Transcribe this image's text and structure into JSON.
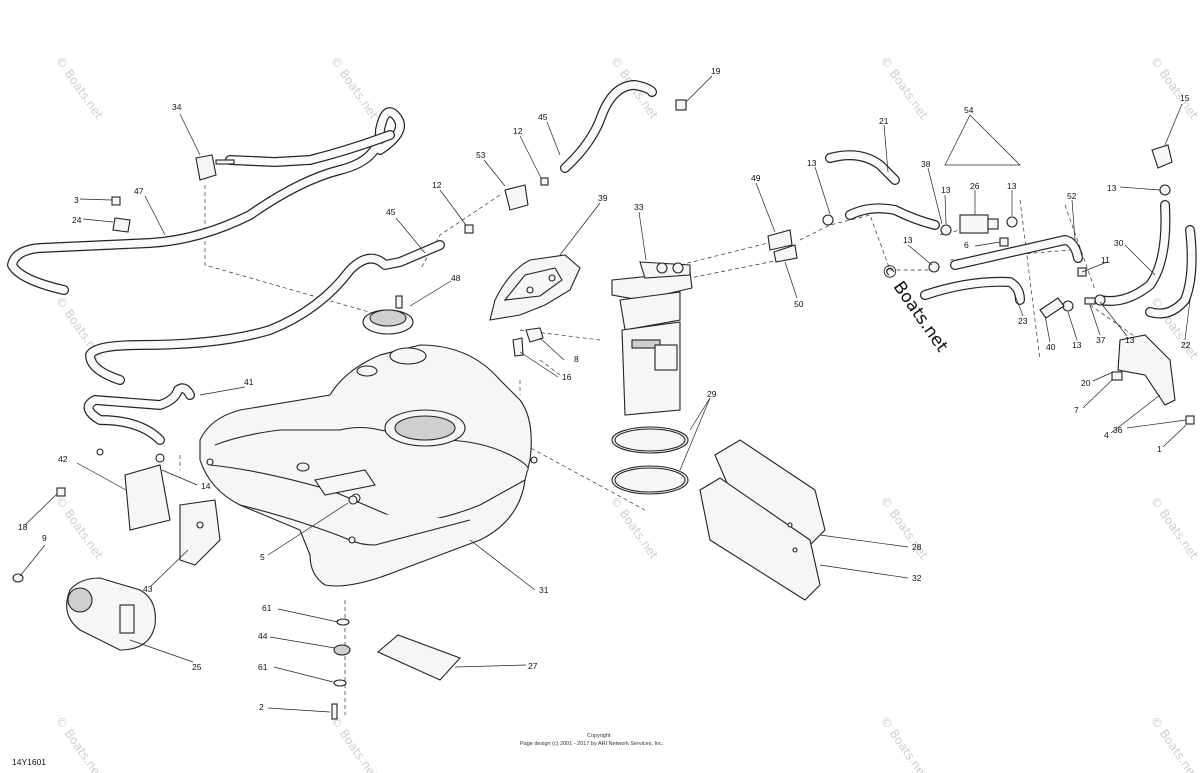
{
  "diagram_code": "14Y1601",
  "watermark": {
    "text": "© Boats.net"
  },
  "copyright": {
    "line1": "Copyright",
    "line2": "Page design (c) 2001 - 2017 by ARI Network Services, Inc."
  },
  "callouts": {
    "c34": "34",
    "c3": "3",
    "c24": "24",
    "c47": "47",
    "c45a": "45",
    "c12a": "12",
    "c53": "53",
    "c12b": "12",
    "c45b": "45",
    "c19": "19",
    "c39": "39",
    "c33": "33",
    "c48": "48",
    "c8": "8",
    "c16": "16",
    "c41": "41",
    "c42": "42",
    "c14": "14",
    "c18": "18",
    "c9": "9",
    "c43": "43",
    "c25": "25",
    "c5": "5",
    "c31": "31",
    "c61a": "61",
    "c44": "44",
    "c61b": "61",
    "c2": "2",
    "c27": "27",
    "c29": "29",
    "c28": "28",
    "c32": "32",
    "c49": "49",
    "c50": "50",
    "c13a": "13",
    "c21": "21",
    "c38": "38",
    "c13b": "13",
    "c26": "26",
    "c13c": "13",
    "c54": "54",
    "c6": "6",
    "c13d": "13",
    "c52": "52",
    "c23": "23",
    "c40": "40",
    "c13e": "13",
    "c37": "37",
    "c13f": "13",
    "c11": "11",
    "c30": "30",
    "c15": "15",
    "c13g": "13",
    "c22": "22",
    "c20": "20",
    "c7": "7",
    "c36": "36",
    "c4": "4",
    "c1": "1"
  }
}
